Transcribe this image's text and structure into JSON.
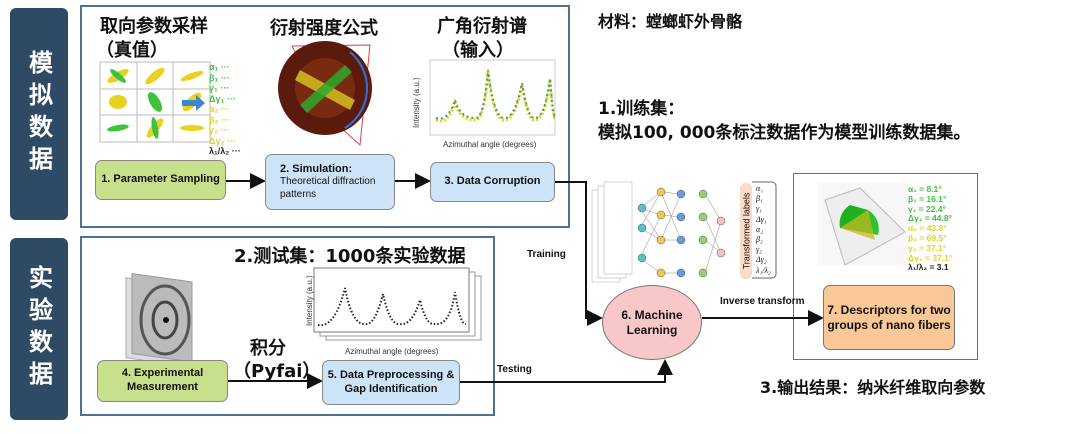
{
  "side_labels": {
    "simulated": "模拟数据",
    "experimental": "实验数据"
  },
  "headings": {
    "sampling": "取向参数采样",
    "sampling_sub": "（真值）",
    "formula": "衍射强度公式",
    "waxs": "广角衍射谱",
    "waxs_sub": "（输入）",
    "material": "材料：螳螂虾外骨骼",
    "train_title": "1.训练集：",
    "train_desc": "模拟100, 000条标注数据作为模型训练数据集。",
    "test_title": "2.测试集：1000条实验数据",
    "integrate": "积分",
    "integrate_sub": "（Pyfai）",
    "output": "3.输出结果：纳米纤维取向参数"
  },
  "steps": {
    "s1": "1. Parameter Sampling",
    "s2_title": "2. Simulation:",
    "s2_desc": "Theoretical diffraction patterns",
    "s3": "3. Data Corruption",
    "s4": "4. Experimental Measurement",
    "s5": "5. Data Preprocessing & Gap Identification",
    "s6": "6. Machine Learning",
    "s7": "7.  Descriptors for two groups of nano fibers"
  },
  "edges": {
    "training": "Training",
    "testing": "Testing",
    "inverse": "Inverse transform"
  },
  "plot": {
    "ylabel": "Intensity (a.u.)",
    "xlabel": "Azimuthal angle (degrees)"
  },
  "nn": {
    "labels_title": "Transformed labels",
    "labels": [
      "α₁",
      "β₁",
      "γ₁",
      "Δγ₁",
      "α₂",
      "β₂",
      "γ₂",
      "Δγ₂",
      "λ₁/λ₂"
    ]
  },
  "sample_params": [
    "α₁ ···",
    "β₁ ···",
    "γ₁ ···",
    "Δγ₁ ···",
    "α₂ ···",
    "β₂ ···",
    "γ₂ ···",
    "Δγ₂ ···",
    "λ₁/λ₂ ···"
  ],
  "results": [
    {
      "name": "α₁",
      "value": "8.1°",
      "color": "#3ec23e"
    },
    {
      "name": "β₁",
      "value": "16.1°",
      "color": "#3ec23e"
    },
    {
      "name": "γ₁",
      "value": "22.4°",
      "color": "#3ec23e"
    },
    {
      "name": "Δγ₁",
      "value": "44.8°",
      "color": "#3ec23e"
    },
    {
      "name": "α₂",
      "value": "43.8°",
      "color": "#e0d22a"
    },
    {
      "name": "β₂",
      "value": "69.5°",
      "color": "#e0d22a"
    },
    {
      "name": "γ₂",
      "value": "37.1°",
      "color": "#e0d22a"
    },
    {
      "name": "Δγ₂",
      "value": "37.1°",
      "color": "#e0d22a"
    },
    {
      "name": "λ₁/λ₂",
      "value": "3.1",
      "color": "#222222"
    }
  ]
}
